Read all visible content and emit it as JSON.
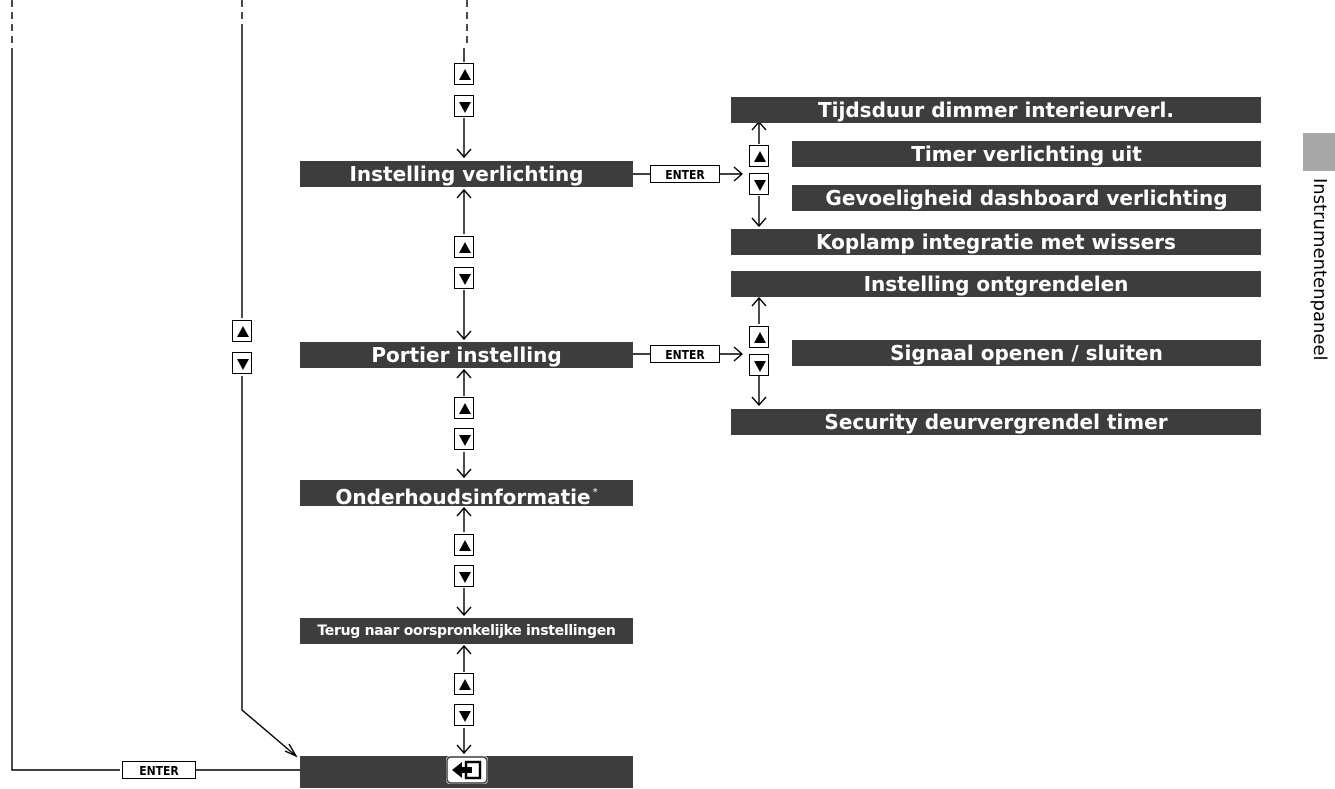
{
  "menu": {
    "items": [
      {
        "label": "Instelling verlichting"
      },
      {
        "label": "Portier instelling"
      },
      {
        "label": "Onderhoudsinformatie",
        "footnote": "*"
      },
      {
        "label": "Terug naar oorspronkelijke instellingen"
      }
    ],
    "back_icon": "back-arrow-icon"
  },
  "lighting_submenu": [
    "Tijdsduur dimmer interieurverl.",
    "Timer verlichting uit",
    "Gevoeligheid dashboard verlichting",
    "Koplamp integratie met wissers"
  ],
  "door_submenu": [
    "Instelling ontgrendelen",
    "Signaal openen / sluiten",
    "Security deurvergrendel timer"
  ],
  "enter_label": "ENTER",
  "nav_icons": [
    "up-arrow-icon",
    "down-arrow-icon"
  ],
  "side_tab": {
    "label": "Instrumentenpaneel",
    "color": "#a8a8a8"
  },
  "colors": {
    "bar": "#3d3d3d",
    "bar_text": "#ffffff",
    "lines": "#000000"
  }
}
